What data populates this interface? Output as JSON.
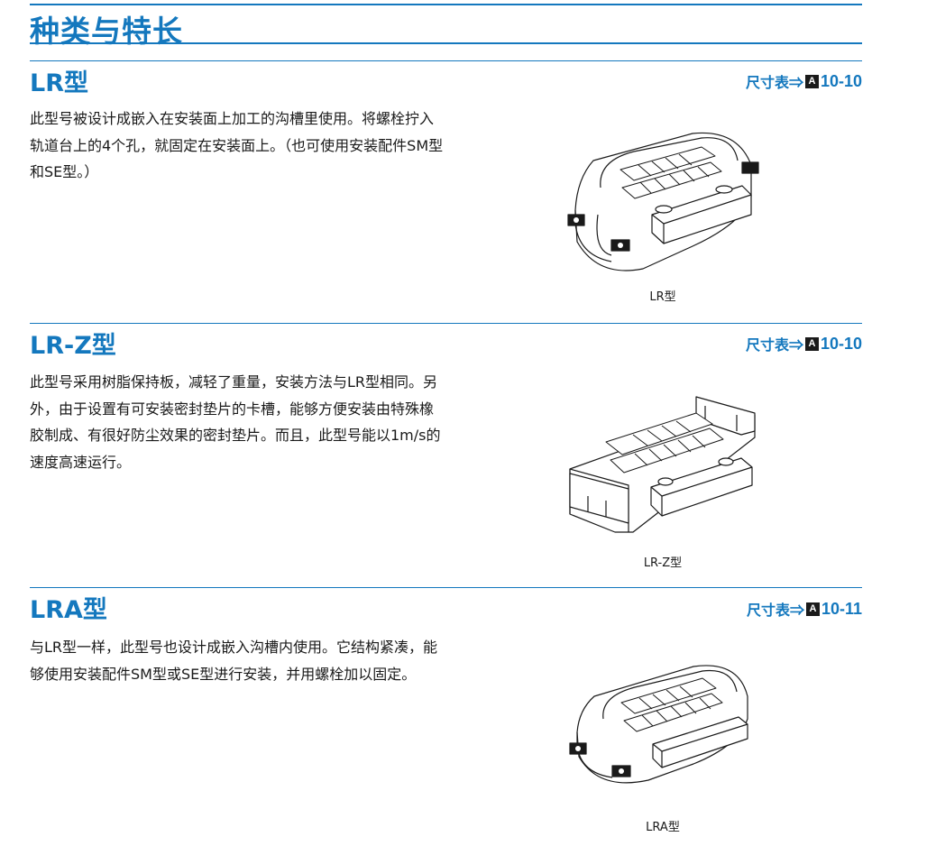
{
  "page_title": "种类与特长",
  "ref_prefix": "尺寸表⇒",
  "ref_badge": "A",
  "sections": [
    {
      "title": "LR型",
      "ref_number": "10-10",
      "description": "此型号被设计成嵌入在安装面上加工的沟槽里使用。将螺栓拧入轨道台上的4个孔，就固定在安装面上。（也可使用安装配件SM型和SE型。）",
      "caption": "LR型"
    },
    {
      "title": "LR-Z型",
      "ref_number": "10-10",
      "description": "此型号采用树脂保持板，减轻了重量，安装方法与LR型相同。另外，由于设置有可安装密封垫片的卡槽，能够方便安装由特殊橡胶制成、有很好防尘效果的密封垫片。而且，此型号能以1m/s的速度高速运行。",
      "caption": "LR-Z型"
    },
    {
      "title": "LRA型",
      "ref_number": "10-11",
      "description": "与LR型一样，此型号也设计成嵌入沟槽内使用。它结构紧凑，能够使用安装配件SM型或SE型进行安装，并用螺栓加以固定。",
      "caption": "LRA型"
    }
  ],
  "colors": {
    "accent": "#1478be",
    "text": "#1a1a1a"
  }
}
